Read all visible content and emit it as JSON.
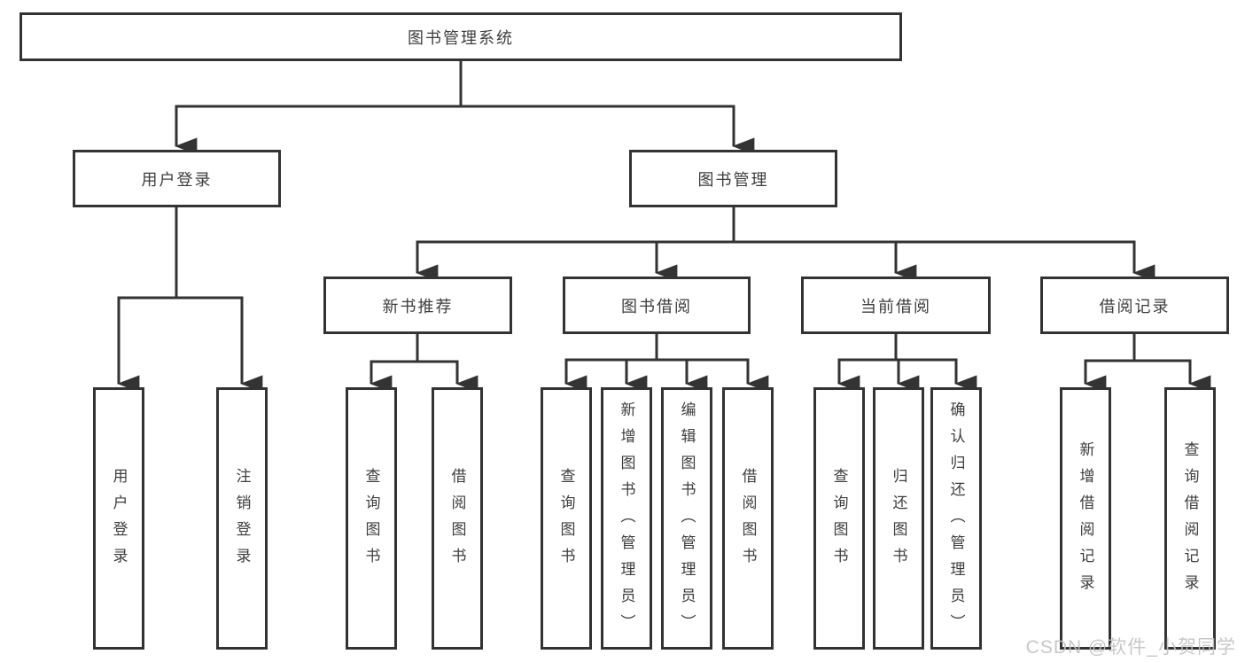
{
  "colors": {
    "line": "#333333",
    "text": "#3d3d3d",
    "watermark": "#c3c3c3",
    "background": "#ffffff"
  },
  "watermark": {
    "text": "CSDN @软件_小贺同学"
  },
  "tree": {
    "root": {
      "label": "图书管理系统"
    },
    "branches": [
      {
        "label": "用户登录",
        "children": [
          "用户登录",
          "注销登录"
        ]
      },
      {
        "label": "图书管理",
        "groups": [
          {
            "label": "新书推荐",
            "children": [
              "查询图书",
              "借阅图书"
            ]
          },
          {
            "label": "图书借阅",
            "children": [
              "查询图书",
              "新增图书（管理员）",
              "编辑图书（管理员）",
              "借阅图书"
            ]
          },
          {
            "label": "当前借阅",
            "children": [
              "查询图书",
              "归还图书",
              "确认归还（管理员）"
            ]
          },
          {
            "label": "借阅记录",
            "children": [
              "新增借阅记录",
              "查询借阅记录"
            ]
          }
        ]
      }
    ]
  }
}
